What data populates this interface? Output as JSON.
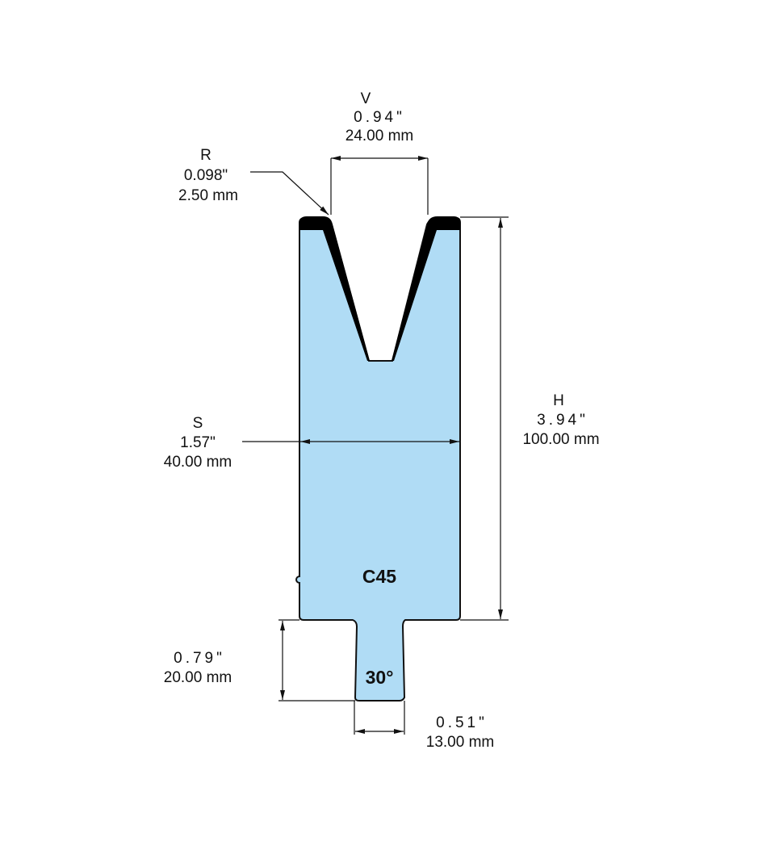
{
  "title": "Die profile C45",
  "colors": {
    "body": "#b0dcf5",
    "outline": "#111111",
    "coating": "#000000"
  },
  "material_label": "C45",
  "angle_label": "30°",
  "dimensions": {
    "v": {
      "name": "V",
      "inch": "0.94\"",
      "mm": "24.00 mm"
    },
    "r": {
      "name": "R",
      "inch": "0.098\"",
      "mm": "2.50 mm"
    },
    "h": {
      "name": "H",
      "inch": "3.94\"",
      "mm": "100.00 mm"
    },
    "s": {
      "name": "S",
      "inch": "1.57\"",
      "mm": "40.00 mm"
    },
    "tang_height": {
      "inch": "0.79\"",
      "mm": "20.00 mm"
    },
    "tang_width": {
      "inch": "0.51\"",
      "mm": "13.00 mm"
    }
  }
}
